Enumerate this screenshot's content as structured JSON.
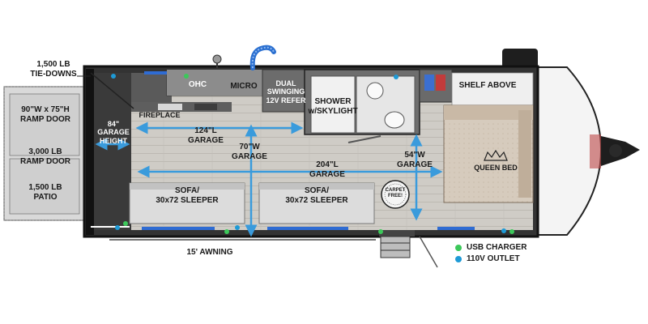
{
  "ramp": {
    "tie_downs": "1,500 LB\nTIE-DOWNS",
    "ramp_door_size": "90\"W x 75\"H\nRAMP DOOR",
    "ramp_door_capacity": "3,000 LB\nRAMP DOOR",
    "patio": "1,500 LB\nPATIO"
  },
  "garage": {
    "height": "84\"\nGARAGE\nHEIGHT",
    "length_124": "124\"L\nGARAGE",
    "width_70": "70\"W\nGARAGE",
    "length_204": "204\"L\nGARAGE",
    "width_54": "54\"W\nGARAGE"
  },
  "kitchen": {
    "fireplace": "FIREPLACE",
    "ohc": "OHC",
    "micro": "MICRO",
    "refer": "DUAL SWINGING\n12V REFER"
  },
  "bath": {
    "shower": "SHOWER\nw/SKYLIGHT"
  },
  "bedroom": {
    "shelf": "SHELF ABOVE",
    "bed": "QUEEN BED"
  },
  "seating": {
    "sofa_left": "SOFA/\n30x72 SLEEPER",
    "sofa_right": "SOFA/\n30x72 SLEEPER"
  },
  "badge": {
    "carpet_free": "CARPET FREE!"
  },
  "exterior": {
    "awning": "15' AWNING"
  },
  "legend": {
    "usb": "USB CHARGER",
    "outlet": "110V OUTLET",
    "usb_color": "#3cc85a",
    "outlet_color": "#1e9ad6"
  },
  "colors": {
    "measure": "#3a9bdc",
    "floor": "#c9c6c0",
    "wall": "#111111"
  }
}
